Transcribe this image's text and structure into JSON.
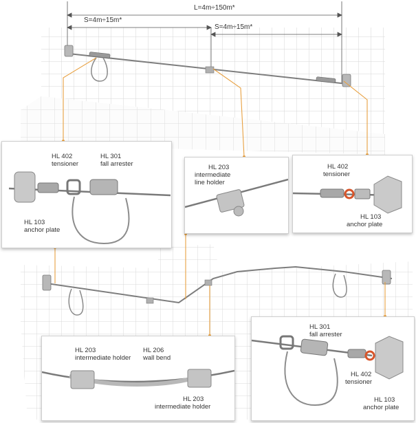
{
  "dimensions": {
    "total": "L=4m÷150m*",
    "span_left": "S=4m÷15m*",
    "span_right": "S=4m÷15m*"
  },
  "panels": {
    "top_left": {
      "tensioner": {
        "code": "HL 402",
        "name": "tensioner"
      },
      "fall_arrester": {
        "code": "HL 301",
        "name": "fall arrester"
      },
      "anchor_plate": {
        "code": "HL 103",
        "name": "anchor plate"
      }
    },
    "top_middle": {
      "line_holder": {
        "code": "HL 203",
        "name": "intermediate",
        "name2": "line holder"
      }
    },
    "top_right": {
      "tensioner": {
        "code": "HL 402",
        "name": "tensioner"
      },
      "anchor_plate": {
        "code": "HL 103",
        "name": "anchor plate"
      }
    },
    "bottom_left": {
      "holder_left": {
        "code": "HL 203",
        "name": "intermediate holder"
      },
      "wall_bend": {
        "code": "HL 206",
        "name": "wall bend"
      },
      "holder_right": {
        "code": "HL 203",
        "name": "intermediate holder"
      }
    },
    "bottom_right": {
      "fall_arrester": {
        "code": "HL 301",
        "name": "fall arrester"
      },
      "tensioner": {
        "code": "HL 402",
        "name": "tensioner"
      },
      "anchor_plate": {
        "code": "HL 103",
        "name": "anchor plate"
      }
    }
  },
  "colors": {
    "leader": "#e8a040",
    "cable": "#7d7d7d",
    "tile_line": "#c8c8c8",
    "tensioner_ring": "#d8552a"
  }
}
